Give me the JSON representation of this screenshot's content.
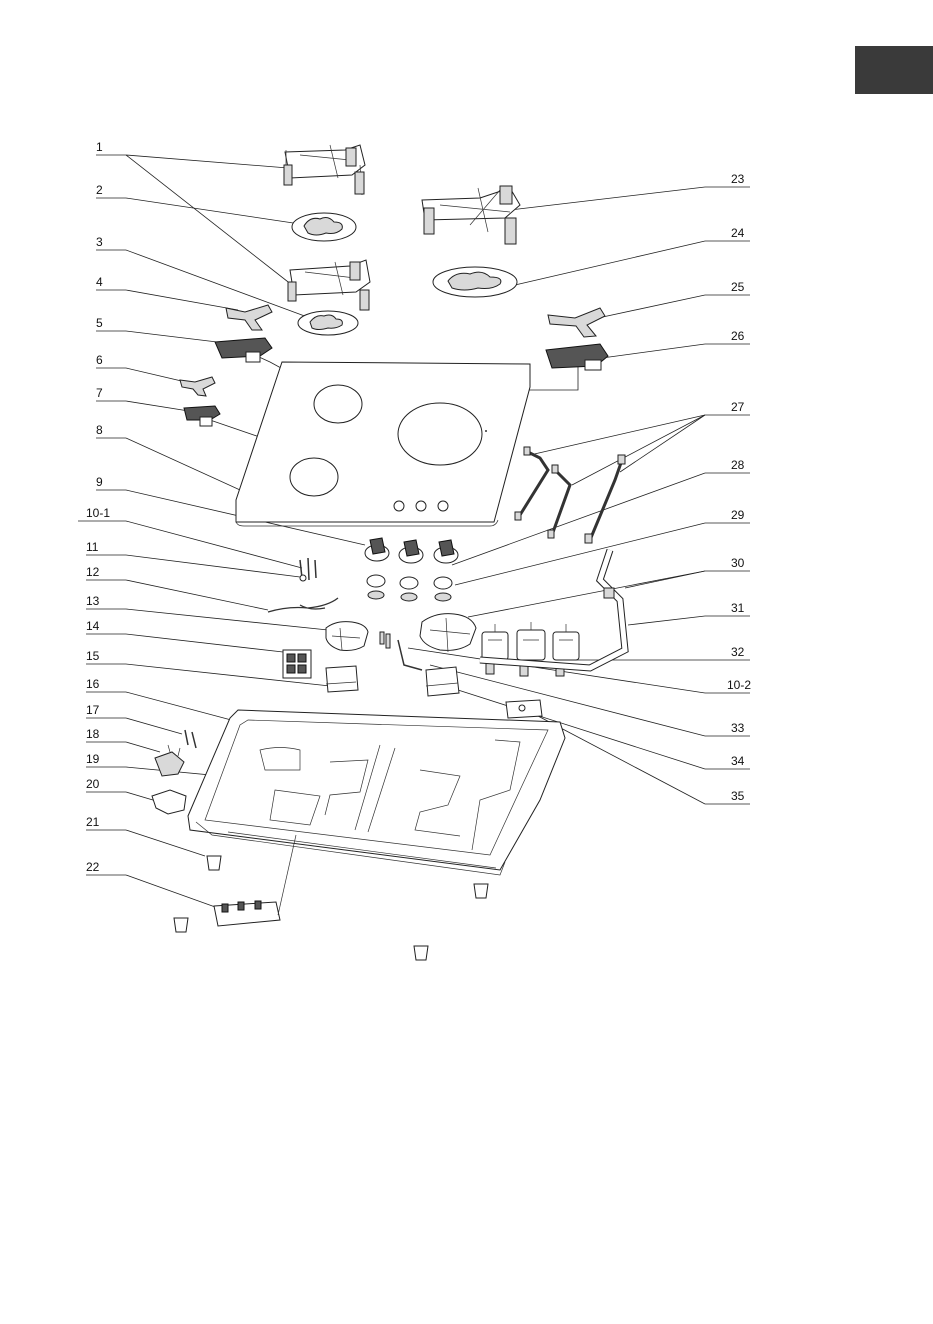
{
  "page": {
    "tab_color": "#3a3a3a",
    "labels_left": [
      {
        "id": "lbl-1",
        "text": "1"
      },
      {
        "id": "lbl-2",
        "text": "2"
      },
      {
        "id": "lbl-3",
        "text": "3"
      },
      {
        "id": "lbl-4",
        "text": "4"
      },
      {
        "id": "lbl-5",
        "text": "5"
      },
      {
        "id": "lbl-6",
        "text": "6"
      },
      {
        "id": "lbl-7",
        "text": "7"
      },
      {
        "id": "lbl-8",
        "text": "8"
      },
      {
        "id": "lbl-9",
        "text": "9"
      },
      {
        "id": "lbl-10-1",
        "text": "10-1"
      },
      {
        "id": "lbl-11",
        "text": "11"
      },
      {
        "id": "lbl-12",
        "text": "12"
      },
      {
        "id": "lbl-13",
        "text": "13"
      },
      {
        "id": "lbl-14",
        "text": "14"
      },
      {
        "id": "lbl-15",
        "text": "15"
      },
      {
        "id": "lbl-16",
        "text": "16"
      },
      {
        "id": "lbl-17",
        "text": "17"
      },
      {
        "id": "lbl-18",
        "text": "18"
      },
      {
        "id": "lbl-19",
        "text": "19"
      },
      {
        "id": "lbl-20",
        "text": "20"
      },
      {
        "id": "lbl-21",
        "text": "21"
      },
      {
        "id": "lbl-22",
        "text": "22"
      }
    ],
    "labels_right": [
      {
        "id": "lbl-23",
        "text": "23"
      },
      {
        "id": "lbl-24",
        "text": "24"
      },
      {
        "id": "lbl-25",
        "text": "25"
      },
      {
        "id": "lbl-26",
        "text": "26"
      },
      {
        "id": "lbl-27",
        "text": "27"
      },
      {
        "id": "lbl-28",
        "text": "28"
      },
      {
        "id": "lbl-29",
        "text": "29"
      },
      {
        "id": "lbl-30",
        "text": "30"
      },
      {
        "id": "lbl-31",
        "text": "31"
      },
      {
        "id": "lbl-32",
        "text": "32"
      },
      {
        "id": "lbl-10-2",
        "text": "10-2"
      },
      {
        "id": "lbl-33",
        "text": "33"
      },
      {
        "id": "lbl-34",
        "text": "34"
      },
      {
        "id": "lbl-35",
        "text": "35"
      }
    ]
  }
}
